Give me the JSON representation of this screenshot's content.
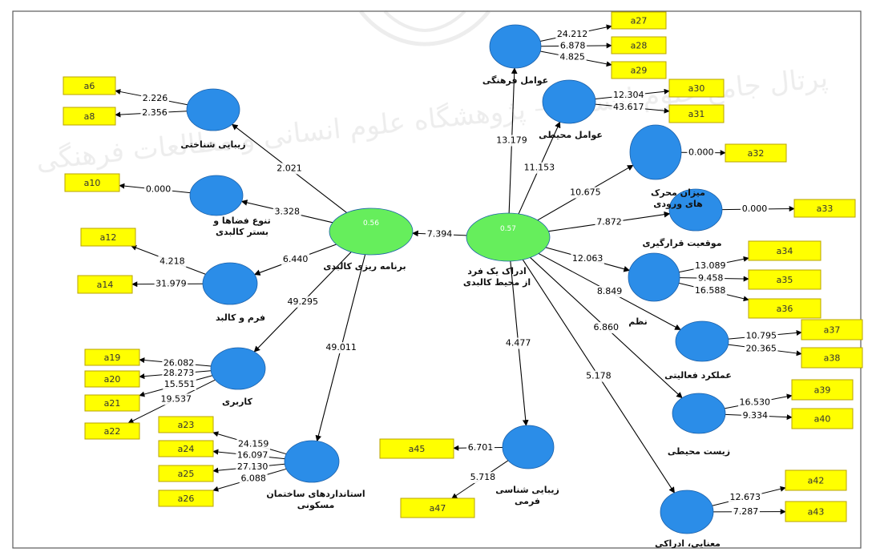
{
  "diagram": {
    "latent_variables": [
      {
        "id": "beauty_knowledge",
        "label": "زیبایی شناختی",
        "color": "blue"
      },
      {
        "id": "space_diversity",
        "label": "تنوع فضاها و بستر کالبدی",
        "color": "blue"
      },
      {
        "id": "form_body",
        "label": "فرم و کالبد",
        "color": "blue"
      },
      {
        "id": "usage",
        "label": "کاربری",
        "color": "blue"
      },
      {
        "id": "housing_standards",
        "label": "استانداردهای ساختمان مسکونی",
        "color": "blue"
      },
      {
        "id": "physical_plan",
        "label": "برنامه ریزی کالبدی",
        "color": "green",
        "value": "0.56"
      },
      {
        "id": "perception_env",
        "label": "ادراک یک فرد از محیط کالبدی",
        "color": "green",
        "value": "0.57"
      },
      {
        "id": "cultural_factors",
        "label": "عوامل فرهنگی",
        "color": "blue"
      },
      {
        "id": "environmental_factors",
        "label": "عوامل محیطی",
        "color": "blue"
      },
      {
        "id": "input_stimuli",
        "label": "میزان محرک های ورودی",
        "color": "blue"
      },
      {
        "id": "location_status",
        "label": "موقعیت قرارگیری",
        "color": "blue"
      },
      {
        "id": "order",
        "label": "نظم",
        "color": "blue"
      },
      {
        "id": "activity_function",
        "label": "عملکرد فعالیتی",
        "color": "blue"
      },
      {
        "id": "bio_environment",
        "label": "زیست محیطی",
        "color": "blue"
      },
      {
        "id": "formal_beauty",
        "label": "زیبایی شناسی فرمی",
        "color": "blue"
      },
      {
        "id": "perceptual_meaning",
        "label": "معنایی، ادراکی",
        "color": "blue"
      }
    ],
    "indicators": [
      "a6",
      "a8",
      "a10",
      "a12",
      "a14",
      "a19",
      "a20",
      "a21",
      "a22",
      "a23",
      "a24",
      "a25",
      "a26",
      "a27",
      "a28",
      "a29",
      "a30",
      "a31",
      "a32",
      "a33",
      "a34",
      "a35",
      "a36",
      "a37",
      "a38",
      "a39",
      "a40",
      "a42",
      "a43",
      "a45",
      "a47"
    ],
    "structural_paths": [
      {
        "from": "perception_env",
        "to": "physical_plan",
        "value": "7.394"
      },
      {
        "from": "physical_plan",
        "to": "beauty_knowledge",
        "value": "2.021"
      },
      {
        "from": "physical_plan",
        "to": "space_diversity",
        "value": "3.328"
      },
      {
        "from": "physical_plan",
        "to": "form_body",
        "value": "6.440"
      },
      {
        "from": "physical_plan",
        "to": "usage",
        "value": "49.295"
      },
      {
        "from": "physical_plan",
        "to": "housing_standards",
        "value": "49.011"
      },
      {
        "from": "perception_env",
        "to": "cultural_factors",
        "value": "13.179"
      },
      {
        "from": "perception_env",
        "to": "environmental_factors",
        "value": "11.153"
      },
      {
        "from": "perception_env",
        "to": "input_stimuli",
        "value": "10.675"
      },
      {
        "from": "perception_env",
        "to": "location_status",
        "value": "7.872"
      },
      {
        "from": "perception_env",
        "to": "order",
        "value": "12.063"
      },
      {
        "from": "perception_env",
        "to": "activity_function",
        "value": "8.849"
      },
      {
        "from": "perception_env",
        "to": "bio_environment",
        "value": "6.860"
      },
      {
        "from": "perception_env",
        "to": "perceptual_meaning",
        "value": "5.178"
      },
      {
        "from": "perception_env",
        "to": "formal_beauty",
        "value": "4.477"
      }
    ],
    "measurement_paths": [
      {
        "lv": "beauty_knowledge",
        "indicator": "a6",
        "value": "2.226"
      },
      {
        "lv": "beauty_knowledge",
        "indicator": "a8",
        "value": "2.356"
      },
      {
        "lv": "space_diversity",
        "indicator": "a10",
        "value": "0.000"
      },
      {
        "lv": "form_body",
        "indicator": "a12",
        "value": "4.218"
      },
      {
        "lv": "form_body",
        "indicator": "a14",
        "value": "31.979"
      },
      {
        "lv": "usage",
        "indicator": "a19",
        "value": "26.082"
      },
      {
        "lv": "usage",
        "indicator": "a20",
        "value": "28.273"
      },
      {
        "lv": "usage",
        "indicator": "a21",
        "value": "15.551"
      },
      {
        "lv": "usage",
        "indicator": "a22",
        "value": "19.537"
      },
      {
        "lv": "housing_standards",
        "indicator": "a23",
        "value": "24.159"
      },
      {
        "lv": "housing_standards",
        "indicator": "a24",
        "value": "16.097"
      },
      {
        "lv": "housing_standards",
        "indicator": "a25",
        "value": "27.130"
      },
      {
        "lv": "housing_standards",
        "indicator": "a26",
        "value": "6.088"
      },
      {
        "lv": "cultural_factors",
        "indicator": "a27",
        "value": "24.212"
      },
      {
        "lv": "cultural_factors",
        "indicator": "a28",
        "value": "6.878"
      },
      {
        "lv": "cultural_factors",
        "indicator": "a29",
        "value": "4.825"
      },
      {
        "lv": "environmental_factors",
        "indicator": "a30",
        "value": "12.304"
      },
      {
        "lv": "environmental_factors",
        "indicator": "a31",
        "value": "43.617"
      },
      {
        "lv": "input_stimuli",
        "indicator": "a32",
        "value": "0.000"
      },
      {
        "lv": "location_status",
        "indicator": "a33",
        "value": "0.000"
      },
      {
        "lv": "order",
        "indicator": "a34",
        "value": "13.089"
      },
      {
        "lv": "order",
        "indicator": "a35",
        "value": "9.458"
      },
      {
        "lv": "order",
        "indicator": "a36",
        "value": "16.588"
      },
      {
        "lv": "activity_function",
        "indicator": "a37",
        "value": "10.795"
      },
      {
        "lv": "activity_function",
        "indicator": "a38",
        "value": "20.365"
      },
      {
        "lv": "bio_environment",
        "indicator": "a39",
        "value": "16.530"
      },
      {
        "lv": "bio_environment",
        "indicator": "a40",
        "value": "9.334"
      },
      {
        "lv": "perceptual_meaning",
        "indicator": "a42",
        "value": "12.673"
      },
      {
        "lv": "perceptual_meaning",
        "indicator": "a43",
        "value": "7.287"
      },
      {
        "lv": "formal_beauty",
        "indicator": "a45",
        "value": "6.701"
      },
      {
        "lv": "formal_beauty",
        "indicator": "a47",
        "value": "5.718"
      }
    ],
    "watermark_text": "پرتال جامع علوم انسانی – پژوهشگاه علوم انسانی و مطالعات فرهنگی",
    "colors": {
      "construct_blue": "#2b8de8",
      "construct_green": "#66ee5c",
      "indicator_yellow": "#ffff00",
      "indicator_border": "#b8a300",
      "arrow": "#000000"
    }
  }
}
